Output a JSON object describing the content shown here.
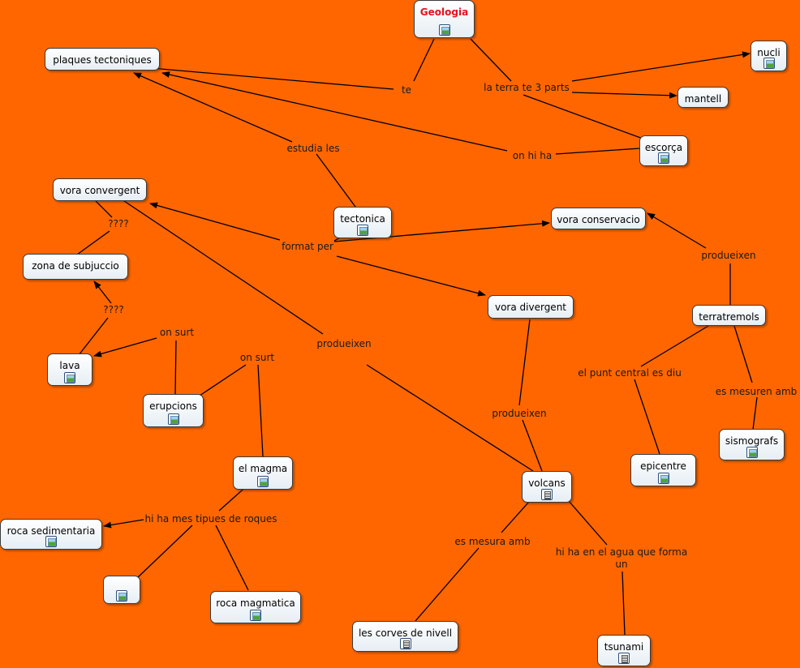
{
  "nodes": {
    "geologia": "Geologia",
    "plaques": "plaques  tectoniques",
    "nucli": "nucli",
    "mantell": "mantell",
    "escorca": "escorça",
    "tectonica": "tectonica",
    "vora_convergent": "vora convergent",
    "vora_conservacio": "vora conservacio",
    "zona_subjuccio": "zona de subjuccio",
    "vora_divergent": "vora divergent",
    "terratremols": "terratremols",
    "lava": "lava",
    "erupcions": "erupcions",
    "sismografs": "sismografs",
    "epicentre": "epicentre",
    "magma": "el magma",
    "volcans": "volcans",
    "roca_sedimentaria": "roca sedimentaria",
    "blank": "",
    "roca_magmatica": "roca magmatica",
    "corves": "les corves de nivell",
    "tsunami": "tsunami"
  },
  "links": {
    "te": "te",
    "terra_3_parts": "la terra te 3 parts",
    "on_hi_ha": "on hi ha",
    "estudia_les": "estudia les",
    "format_per": "format per",
    "q1": "????",
    "q2": "????",
    "prodeixen_terr": "produeixen",
    "on_surt_1": "on surt",
    "on_surt_2": "on surt",
    "prodeixen_conv": "produeixen",
    "punt_central": "el punt central es diu",
    "mesuren": "es mesuren amb",
    "prodeixen_div": "produeixen",
    "tipues": "hi ha mes tipues de roques",
    "mesura_amb": "es mesura amb",
    "agua_1": "hi ha en el agua que forma",
    "agua_2": "un"
  }
}
